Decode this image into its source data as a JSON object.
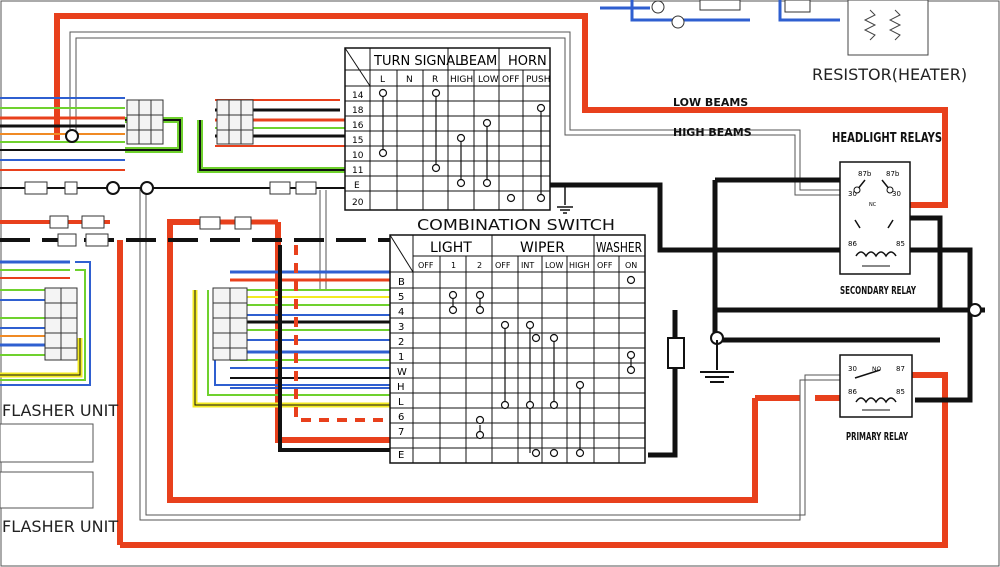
{
  "labels": {
    "resistor": "RESISTOR(HEATER)",
    "low_beams": "LOW BEAMS",
    "high_beams": "HIGH BEAMS",
    "headlight_relays": "HEADLIGHT RELAYS",
    "secondary_relay": "SECONDARY RELAY",
    "primary_relay": "PRIMARY RELAY",
    "flasher_unit_1": "FLASHER UNIT",
    "flasher_unit_2": "FLASHER UNIT",
    "combination_switch": "COMBINATION SWITCH"
  },
  "top_switch": {
    "groups": [
      {
        "name": "TURN SIGNAL",
        "cols": [
          "L",
          "N",
          "R"
        ]
      },
      {
        "name": "BEAM",
        "cols": [
          "HIGH",
          "LOW"
        ]
      },
      {
        "name": "HORN",
        "cols": [
          "OFF",
          "PUSH"
        ]
      }
    ],
    "rows": [
      "14",
      "18",
      "16",
      "15",
      "10",
      "11",
      "E",
      "20"
    ]
  },
  "combo_switch": {
    "groups": [
      {
        "name": "LIGHT",
        "cols": [
          "OFF",
          "1",
          "2"
        ]
      },
      {
        "name": "WIPER",
        "cols": [
          "OFF",
          "INT",
          "LOW",
          "HIGH"
        ]
      },
      {
        "name": "WASHER",
        "cols": [
          "OFF",
          "ON"
        ]
      }
    ],
    "rows": [
      "B",
      "5",
      "4",
      "3",
      "2",
      "1",
      "W",
      "H",
      "L",
      "6",
      "7",
      "E"
    ]
  },
  "relay_terminals": {
    "t30": "30",
    "t87": "87",
    "t87b": "87b",
    "t85": "85",
    "t86": "86",
    "nc": "NC",
    "no": "NO"
  },
  "colors": {
    "red": "#e8401c",
    "black": "#111111",
    "green": "#6fd12e",
    "blue": "#2f5fd0",
    "yellow": "#f3ea22",
    "orange": "#f08a24",
    "gray": "#9a9a9a"
  }
}
